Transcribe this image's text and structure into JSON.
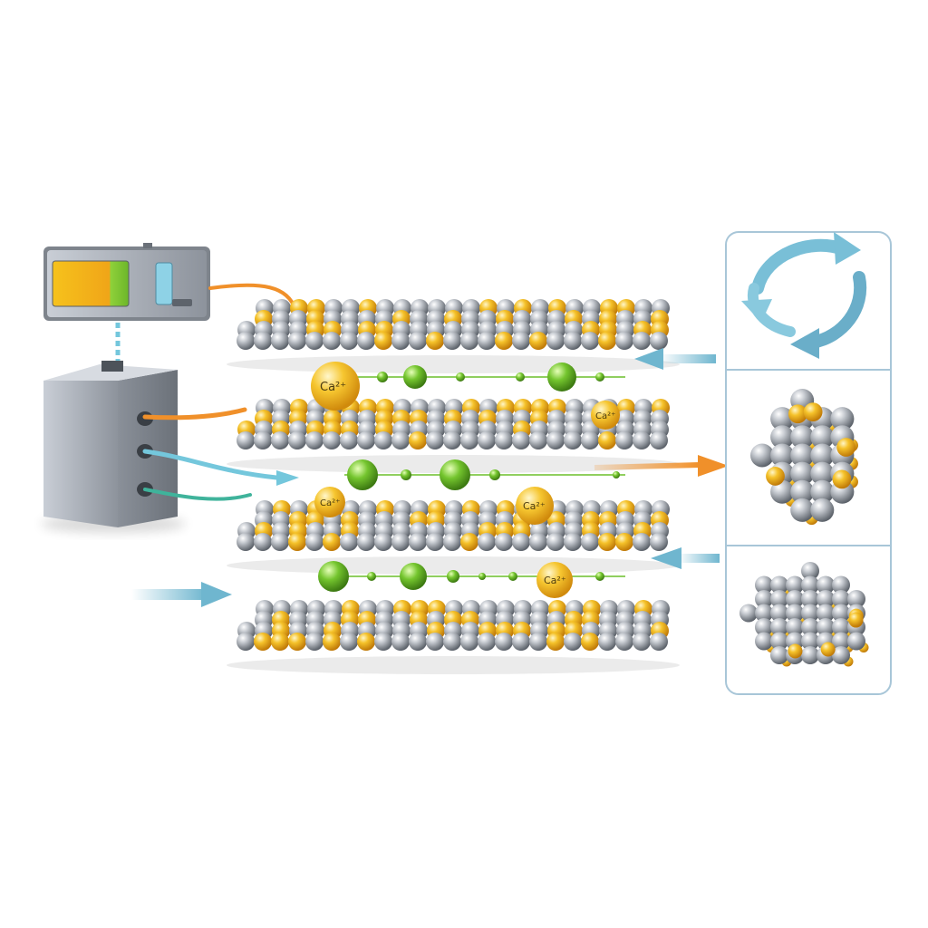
{
  "figure": {
    "ion_labels": [
      "Ca²⁺",
      "Ca²⁺",
      "Ca²⁺",
      "Ca²⁺",
      "Ca²⁺"
    ]
  },
  "icons": {
    "battery": "battery-icon",
    "power_unit": "power-unit-icon",
    "cycle": "cycle-arrows-icon",
    "cluster_dense": "atom-cluster-icon",
    "cluster_small": "atom-cluster-icon"
  },
  "colors": {
    "atom_gray": "#9aa0a8",
    "atom_gold": "#f2b51e",
    "ion_green": "#6cbf2a",
    "arrow_blue": "#6fb6cf",
    "arrow_orange": "#f0902a",
    "panel_border": "#a8c6d8"
  }
}
